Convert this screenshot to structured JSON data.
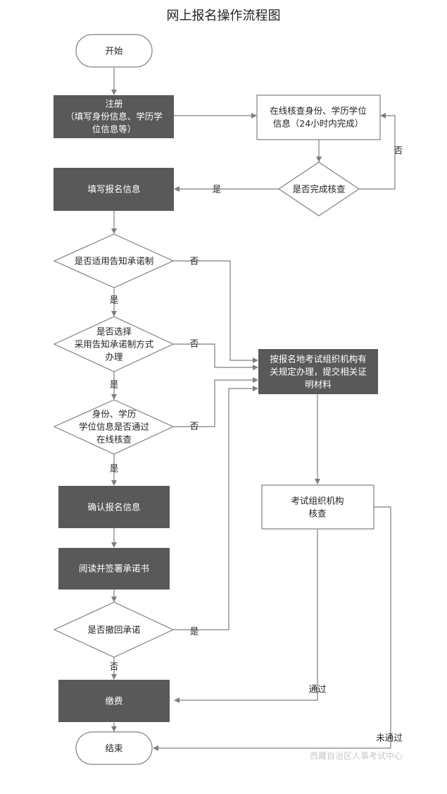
{
  "title": "网上报名操作流程图",
  "colors": {
    "dark_box": "#595959",
    "light_box": "#ffffff",
    "line": "#7f7f7f"
  },
  "nodes": {
    "start": [
      "开始"
    ],
    "register": [
      "注册",
      "（填写身份信息、学历学",
      "位信息等）"
    ],
    "online_check": [
      "在线核查身份、学历学位",
      "信息（24小时内完成）"
    ],
    "check_done": [
      "是否完成核查"
    ],
    "fill_info": [
      "填写报名信息"
    ],
    "apply_notify": [
      "是否适用告知承诺制"
    ],
    "choose_notify": [
      "是否选择",
      "采用告知承诺制方式",
      "办理"
    ],
    "pass_online": [
      "身份、学历",
      "学位信息是否通过",
      "在线核查"
    ],
    "submit_docs": [
      "按报名地考试组织机构有",
      "关规定办理，提交相关证",
      "明材料"
    ],
    "org_check": [
      "考试组织机构",
      "核查"
    ],
    "confirm_info": [
      "确认报名信息"
    ],
    "read_sign": [
      "阅读并签署承诺书"
    ],
    "withdraw": [
      "是否撤回承诺"
    ],
    "pay": [
      "缴费"
    ],
    "end": [
      "结束"
    ]
  },
  "edges": {
    "check_done_yes": "是",
    "check_done_no": "否",
    "apply_notify_yes": "是",
    "apply_notify_no": "否",
    "choose_notify_yes": "是",
    "choose_notify_no": "否",
    "pass_online_yes": "是",
    "pass_online_no": "否",
    "withdraw_yes": "是",
    "withdraw_no": "否",
    "org_pass": "通过",
    "org_fail": "未通过"
  },
  "watermark": "西藏自治区人事考试中心"
}
